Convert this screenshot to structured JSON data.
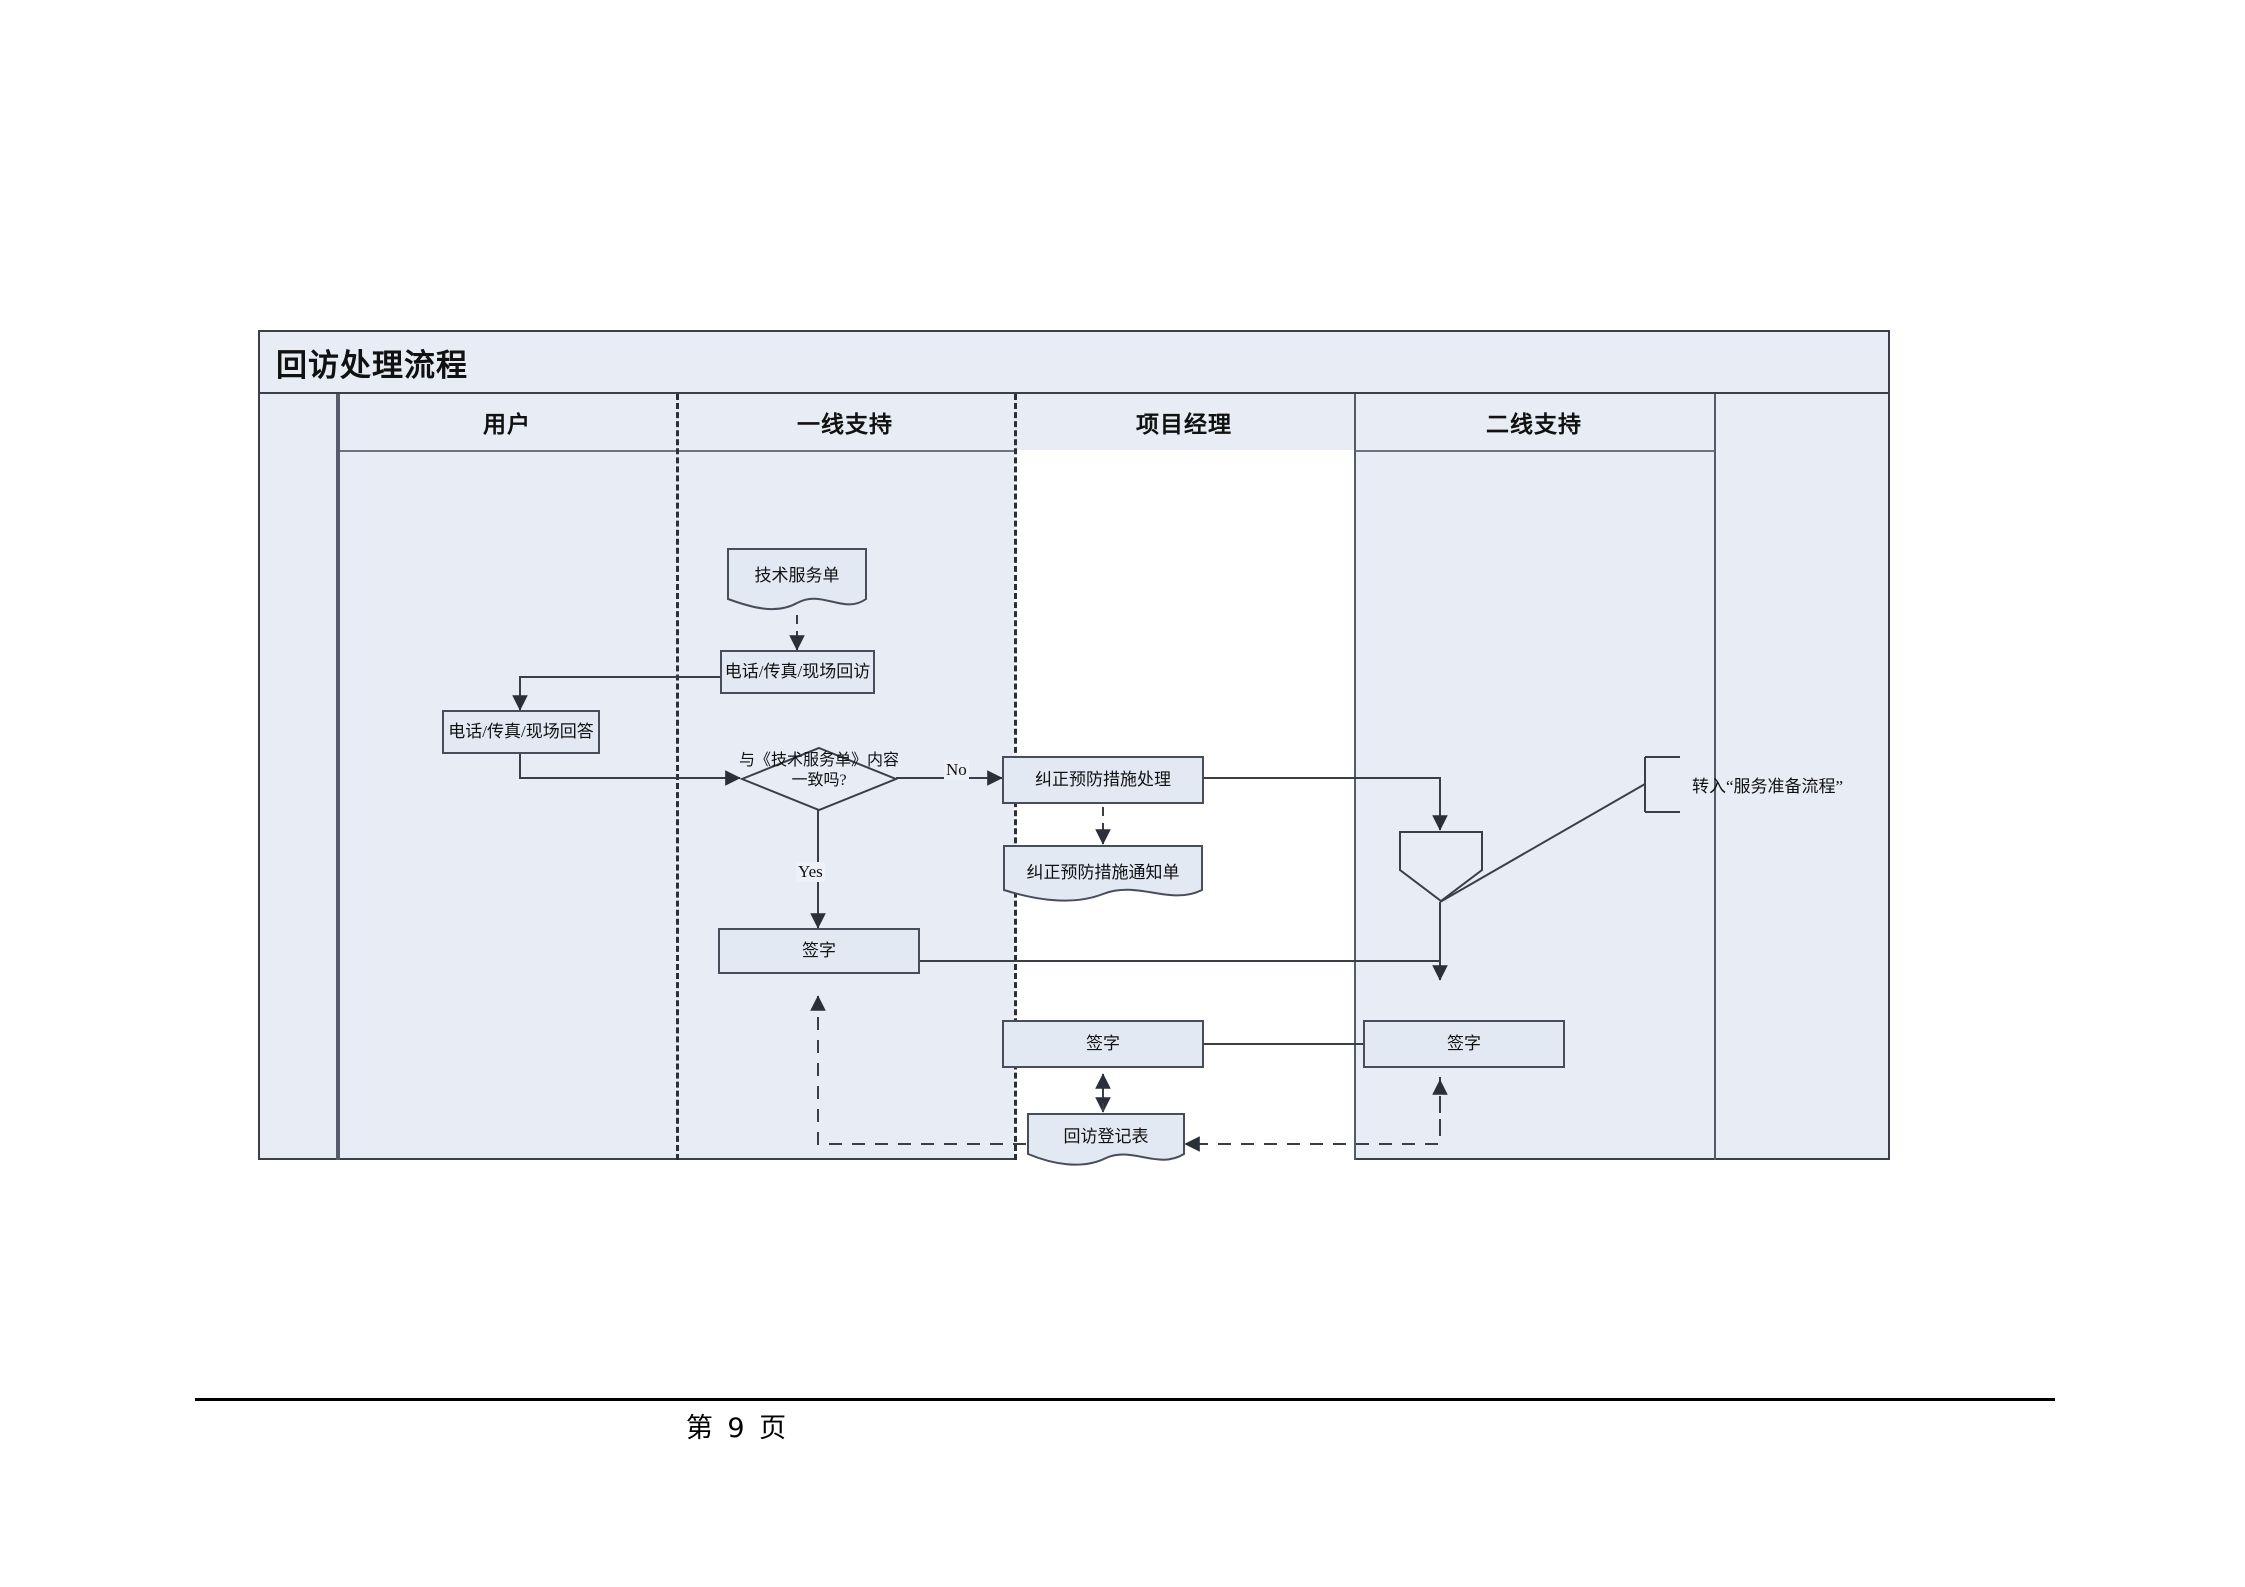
{
  "document": {
    "footer_page_label": "第 9 页"
  },
  "diagram": {
    "title": "回访处理流程",
    "lanes": [
      {
        "id": "user",
        "label": "用户"
      },
      {
        "id": "first_line",
        "label": "一线支持"
      },
      {
        "id": "project_mgr",
        "label": "项目经理"
      },
      {
        "id": "second_line",
        "label": "二线支持"
      }
    ],
    "nodes": {
      "tech_service_order": {
        "label": "技术服务单",
        "shape": "document",
        "lane": "first_line"
      },
      "phone_fax_onsite_visit": {
        "label": "电话/传真/现场回访",
        "shape": "process",
        "lane": "first_line"
      },
      "phone_fax_onsite_answer": {
        "label": "电话/传真/现场回答",
        "shape": "process",
        "lane": "user"
      },
      "consistency_decision": {
        "label_line1": "与《技术服务单》内容",
        "label_line2": "一致吗?",
        "shape": "decision",
        "lane": "first_line"
      },
      "corrective_processing": {
        "label": "纠正预防措施处理",
        "shape": "process",
        "lane": "project_mgr"
      },
      "corrective_notice": {
        "label": "纠正预防措施通知单",
        "shape": "document",
        "lane": "project_mgr"
      },
      "merge_funnel": {
        "label": "",
        "shape": "merge",
        "lane": "second_line"
      },
      "signature_first_line": {
        "label": "签字",
        "shape": "process",
        "lane": "first_line"
      },
      "signature_project_mgr": {
        "label": "签字",
        "shape": "process",
        "lane": "project_mgr"
      },
      "signature_second_line": {
        "label": "签字",
        "shape": "process",
        "lane": "second_line"
      },
      "visit_register_form": {
        "label": "回访登记表",
        "shape": "document",
        "lane": "project_mgr"
      }
    },
    "edge_labels": {
      "decision_no": "No",
      "decision_yes": "Yes"
    },
    "offpage": {
      "transfer_label": "转入“服务准备流程”"
    },
    "colors": {
      "lane_fill": "#e8edf5",
      "node_fill": "#e3e9f3",
      "border": "#474d5b",
      "frame": "#3a3f4b"
    }
  }
}
